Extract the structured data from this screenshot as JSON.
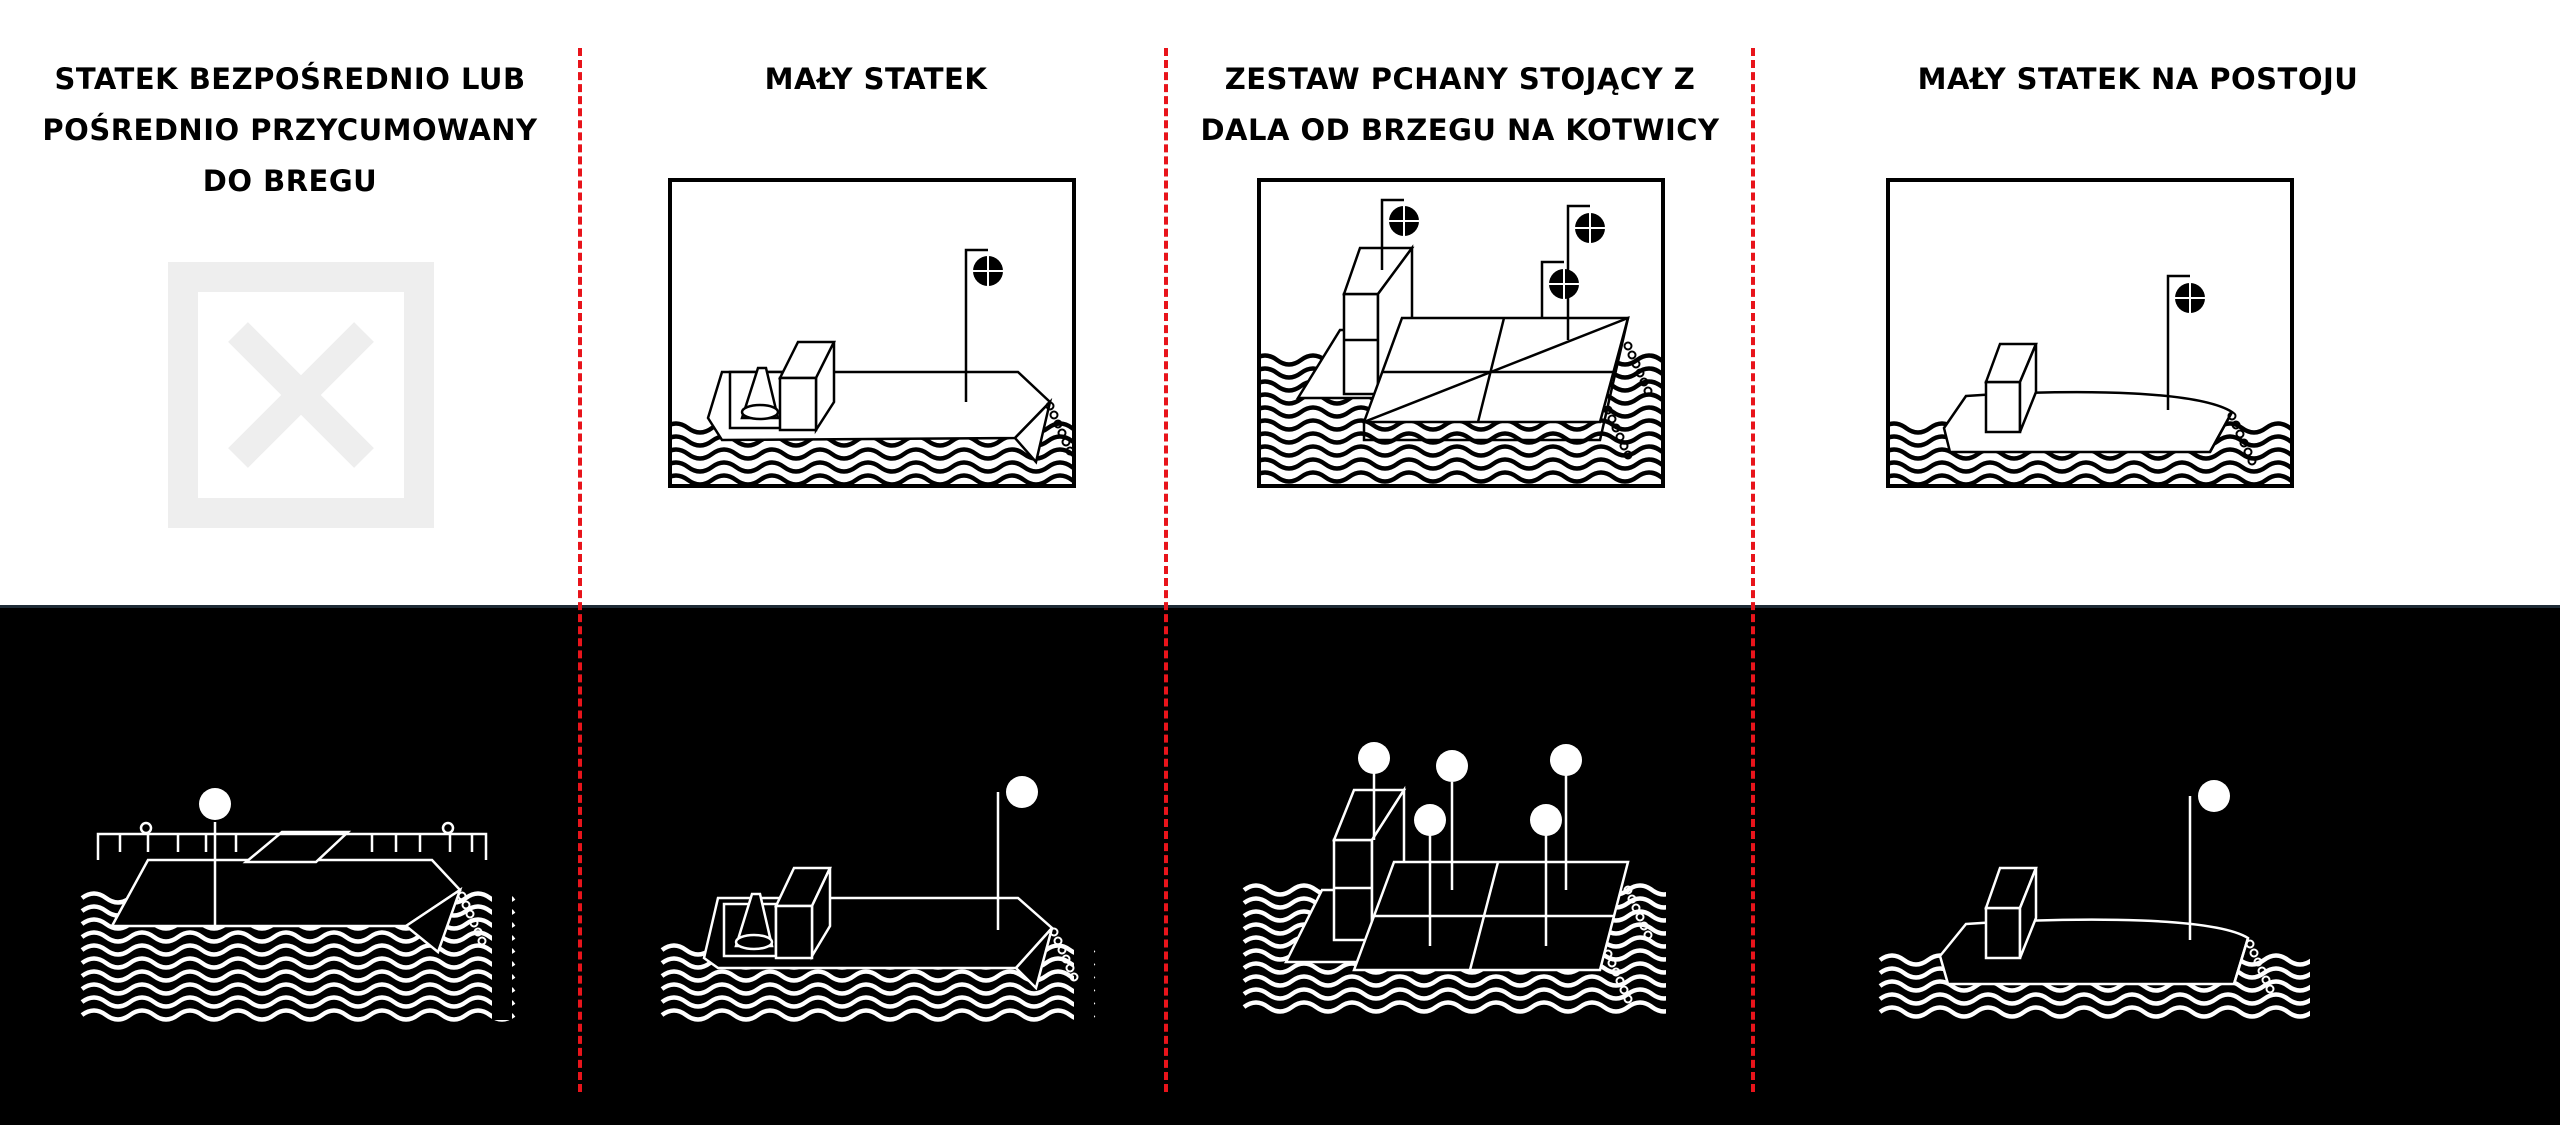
{
  "columns": [
    {
      "id": "moored",
      "title_lines": [
        "STATEK BEZPOŚREDNIO LUB",
        "POŚREDNIO PRZYCUMOWANY",
        "DO BREGU"
      ],
      "day_signal": "none-x-icon",
      "night_lights": 1
    },
    {
      "id": "small-vessel",
      "title_lines": [
        "MAŁY STATEK"
      ],
      "day_signal": "black-ball",
      "night_lights": 1
    },
    {
      "id": "pushed-convoy",
      "title_lines": [
        "ZESTAW PCHANY STOJĄCY Z",
        "DALA OD BRZEGU NA KOTWICY"
      ],
      "day_signal": "black-balls",
      "night_lights": 5
    },
    {
      "id": "small-vessel-anchored",
      "title_lines": [
        "MAŁY STATEK NA POSTOJU"
      ],
      "day_signal": "black-ball",
      "night_lights": 1
    }
  ],
  "colors": {
    "divider": "#e8141b",
    "night_background": "#000000",
    "day_background": "#ffffff",
    "placeholder_gray": "#eeeeee"
  }
}
